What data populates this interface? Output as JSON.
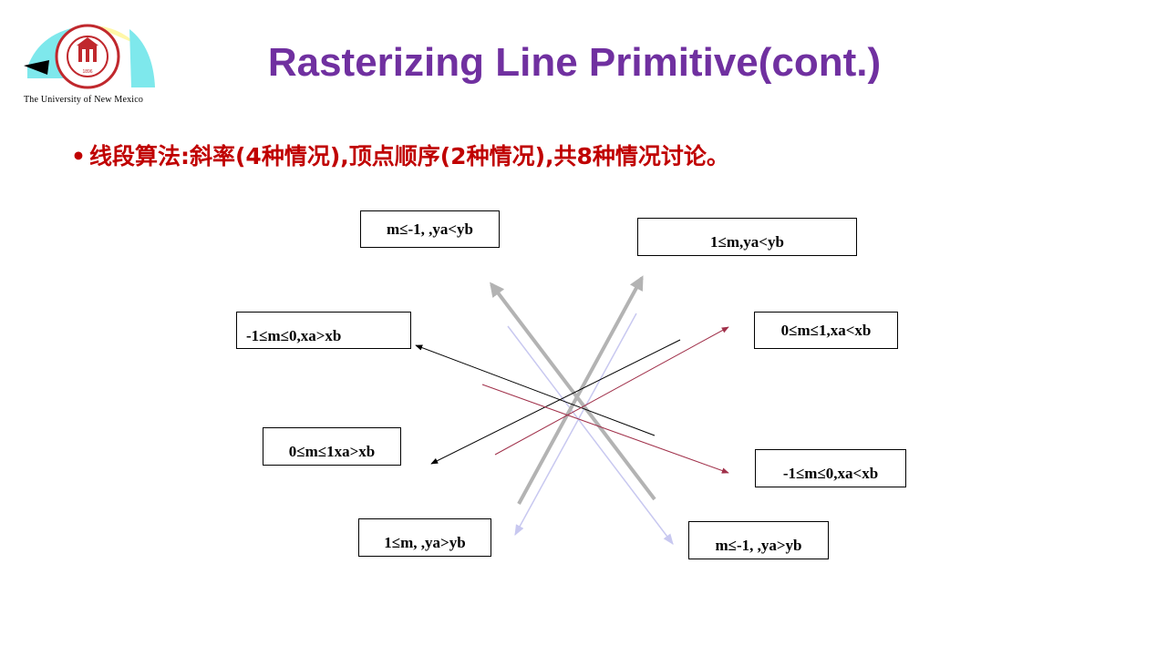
{
  "header": {
    "university_caption": "The University of New Mexico",
    "title": "Rasterizing Line Primitive(cont.)"
  },
  "bullet": {
    "symbol": "•",
    "text": "线段算法:斜率(4种情况),顶点顺序(2种情况),共8种情况讨论。"
  },
  "cases": {
    "top_left": "m≤-1, ,ya<yb",
    "top_right": "1≤m,ya<yb",
    "upper_left": "-1≤m≤0,xa>xb",
    "upper_right": "0≤m≤1,xa<xb",
    "lower_left": "0≤m≤1xa>xb",
    "lower_right": "-1≤m≤0,xa<xb",
    "bottom_left": "1≤m, ,ya>yb",
    "bottom_right": "m≤-1, ,ya>yb"
  },
  "colors": {
    "title": "#7030a0",
    "bullet_text": "#c00000",
    "thick_arrow": "#b3b3b3",
    "thin_black_arrow": "#000000",
    "maroon_arrow": "#a0304a",
    "lavender_arrow": "#c8c8f0"
  }
}
